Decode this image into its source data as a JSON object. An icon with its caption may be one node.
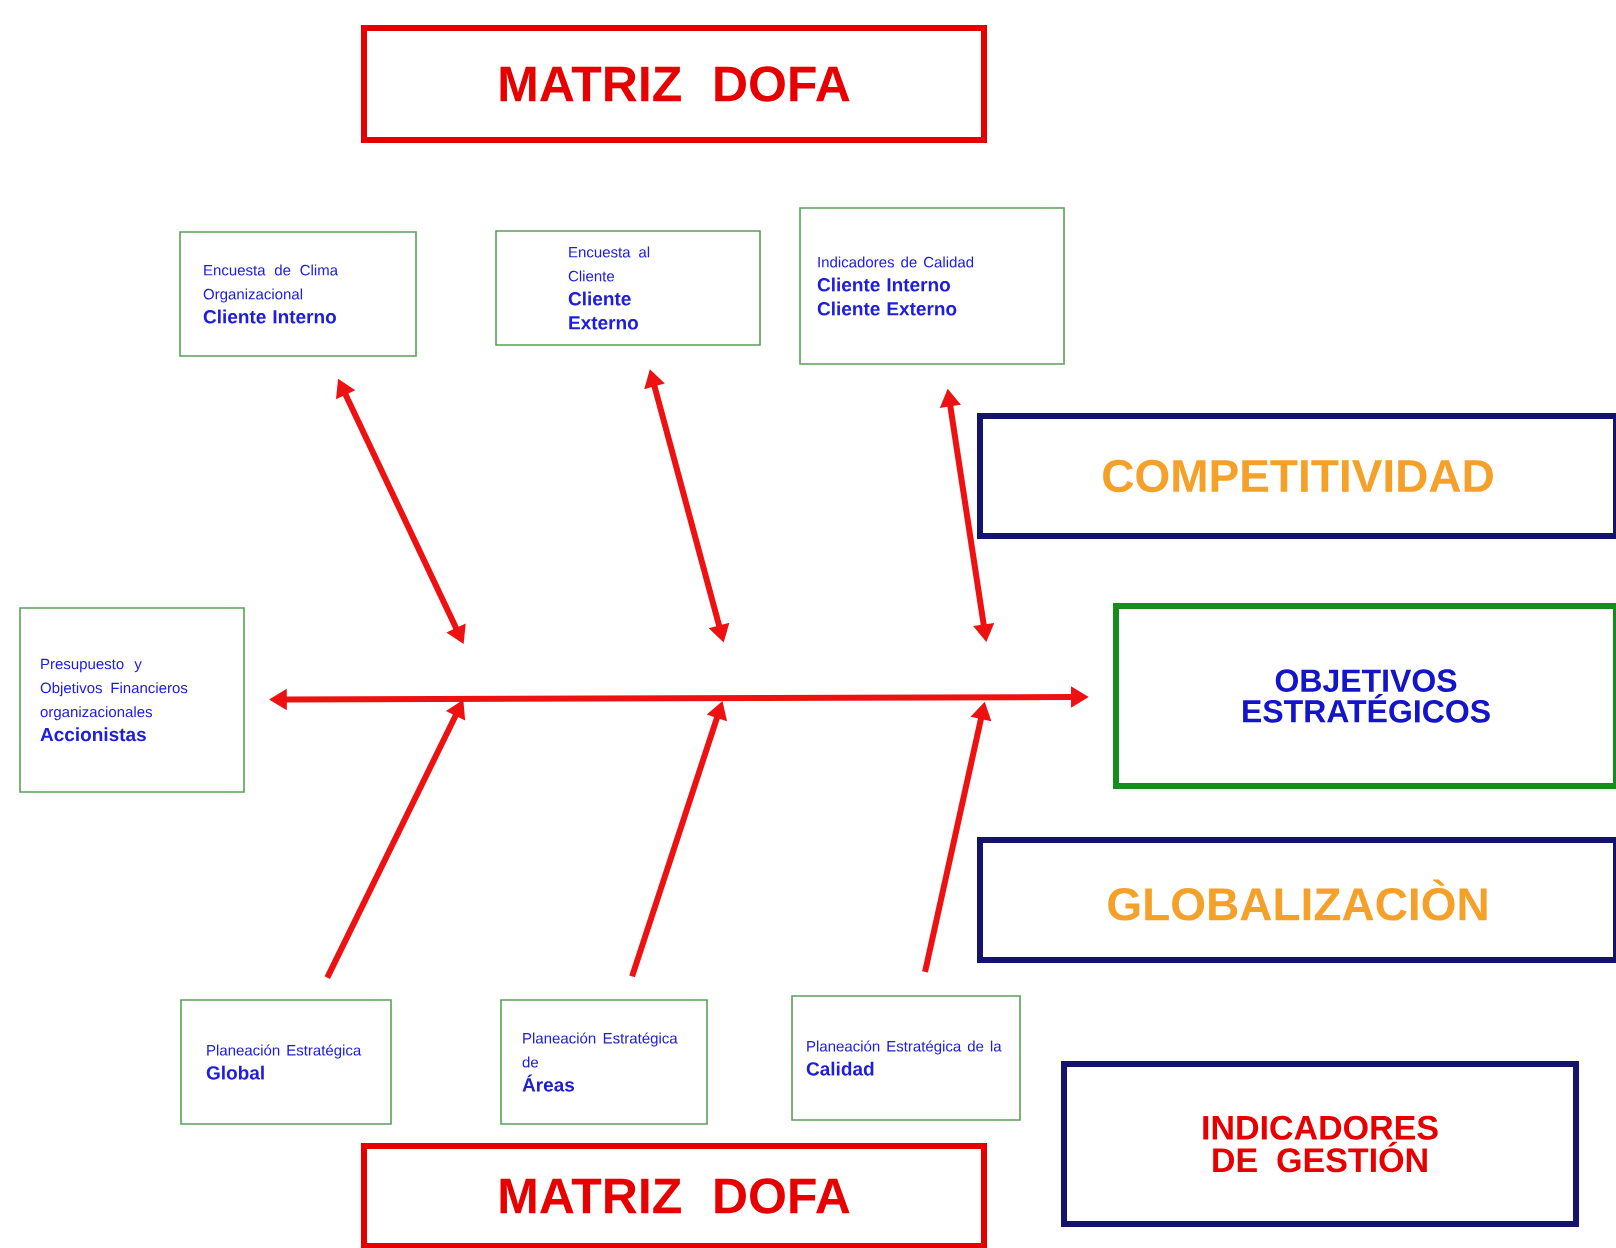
{
  "diagram": {
    "nodes": [
      {
        "text": [
          "MATRIZ DOFA"
        ]
      },
      {
        "text": [
          "Encuesta de Clima Organizacional",
          "Cliente Interno"
        ]
      },
      {
        "text": [
          "Encuesta al Cliente",
          "Cliente Externo"
        ]
      },
      {
        "text": [
          "Indicadores de Calidad",
          "Cliente Interno",
          "Cliente Externo"
        ]
      },
      {
        "text": [
          "COMPETITIVIDAD"
        ]
      },
      {
        "text": [
          "Presupuesto y Objetivos Financieros organizacionales",
          "Accionistas"
        ]
      },
      {
        "text": [
          "OBJETIVOS ESTRATÉGICOS"
        ]
      },
      {
        "text": [
          "GLOBALIZACIÒN"
        ]
      },
      {
        "text": [
          "Planeación Estratégica",
          "Global"
        ]
      },
      {
        "text": [
          "Planeación Estratégica de",
          "Áreas"
        ]
      },
      {
        "text": [
          "Planeación Estratégica de la",
          "Calidad"
        ]
      },
      {
        "text": [
          "INDICADORES DE GESTIÓN"
        ]
      },
      {
        "text": [
          "MATRIZ DOFA"
        ]
      }
    ],
    "edges": [
      {
        "from": 5,
        "to": 6,
        "arrow": "both"
      },
      {
        "from": null,
        "to": 1,
        "arrow": "both"
      },
      {
        "from": null,
        "to": 2,
        "arrow": "both"
      },
      {
        "from": null,
        "to": 3,
        "arrow": "both"
      },
      {
        "from": 8,
        "to": null,
        "arrow": "to"
      },
      {
        "from": 9,
        "to": null,
        "arrow": "to"
      },
      {
        "from": 10,
        "to": null,
        "arrow": "to"
      }
    ]
  }
}
